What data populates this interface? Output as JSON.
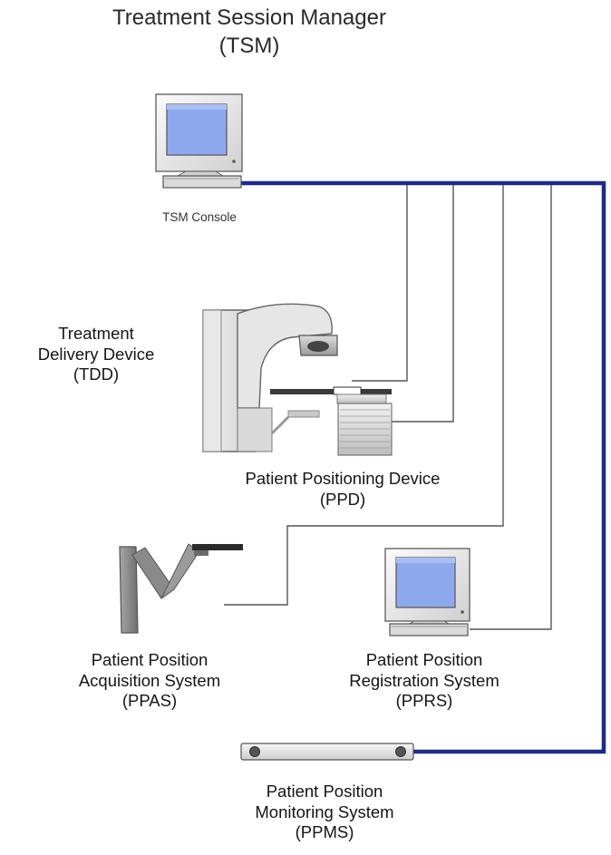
{
  "title": {
    "line1": "Treatment Session Manager",
    "line2": "(TSM)"
  },
  "tsm_console": {
    "label": "TSM Console"
  },
  "tdd": {
    "line1": "Treatment",
    "line2": "Delivery Device",
    "line3": "(TDD)"
  },
  "ppd": {
    "line1": "Patient Positioning Device",
    "line2": "(PPD)"
  },
  "ppas": {
    "line1": "Patient Position",
    "line2": "Acquisition System",
    "line3": "(PPAS)"
  },
  "pprs": {
    "line1": "Patient Position",
    "line2": "Registration System",
    "line3": "(PPRS)"
  },
  "ppms": {
    "line1": "Patient Position",
    "line2": "Monitoring System",
    "line3": "(PPMS)"
  },
  "colors": {
    "bus": "#1c2a8a",
    "wire": "#555555",
    "screen": "#8ea8ee",
    "device_body": "#e9e9e9",
    "device_outline": "#666666"
  }
}
